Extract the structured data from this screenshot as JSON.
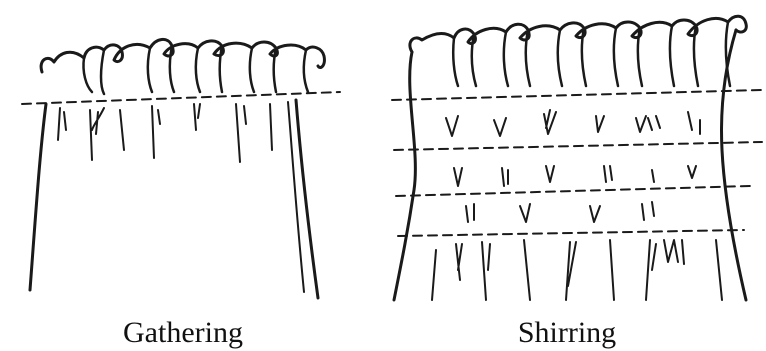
{
  "figures": [
    {
      "id": "gathering",
      "caption": "Gathering"
    },
    {
      "id": "shirring",
      "caption": "Shirring"
    }
  ],
  "colors": {
    "ink": "#1a1a1a",
    "background": "#ffffff"
  }
}
